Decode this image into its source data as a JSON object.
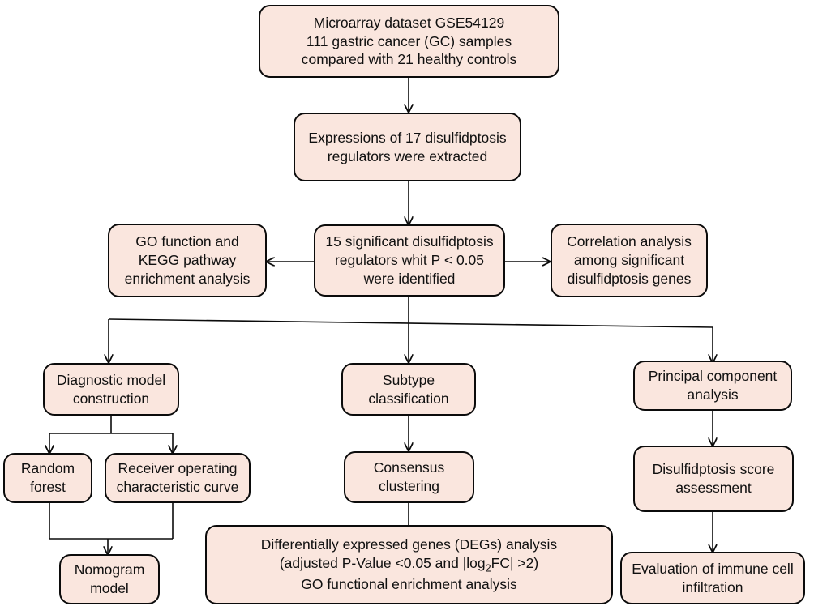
{
  "diagram": {
    "title": "Disulfidptosis gastric cancer bioinformatics analysis workflow",
    "type": "flowchart",
    "box_fill": "#fae6de",
    "box_stroke": "#0b0b0b",
    "background": "#ffffff",
    "nodes": {
      "dataset": "Microarray dataset GSE54129\n111 gastric cancer (GC)  samples\ncompared with 21 healthy controls",
      "expressions": "Expressions of 17 disulfidptosis\nregulators were extracted",
      "significant": "15 significant disulfidptosis\nregulators whit P < 0.05\nwere identified",
      "go_kegg": "GO function and\nKEGG pathway\nenrichment analysis",
      "correlation": "Correlation analysis\namong significant\ndisulfidptosis genes",
      "diagnostic_model": "Diagnostic model\nconstruction",
      "subtype": "Subtype\nclassification",
      "pca": "Principal component\nanalysis",
      "random_forest": "Random\nforest",
      "roc": "Receiver operating\ncharacteristic curve",
      "consensus": "Consensus\nclustering",
      "score": "Disulfidptosis score\nassessment",
      "nomogram": "Nomogram\nmodel",
      "degs_line1": "Differentially expressed genes (DEGs) analysis",
      "degs_line2_a": "(adjusted P-Value <0.05 and |log",
      "degs_line2_sub": "2",
      "degs_line2_b": "FC| >2)",
      "degs_line3": "GO functional enrichment analysis",
      "immune": "Evaluation of immune cell\ninfiltration"
    }
  }
}
